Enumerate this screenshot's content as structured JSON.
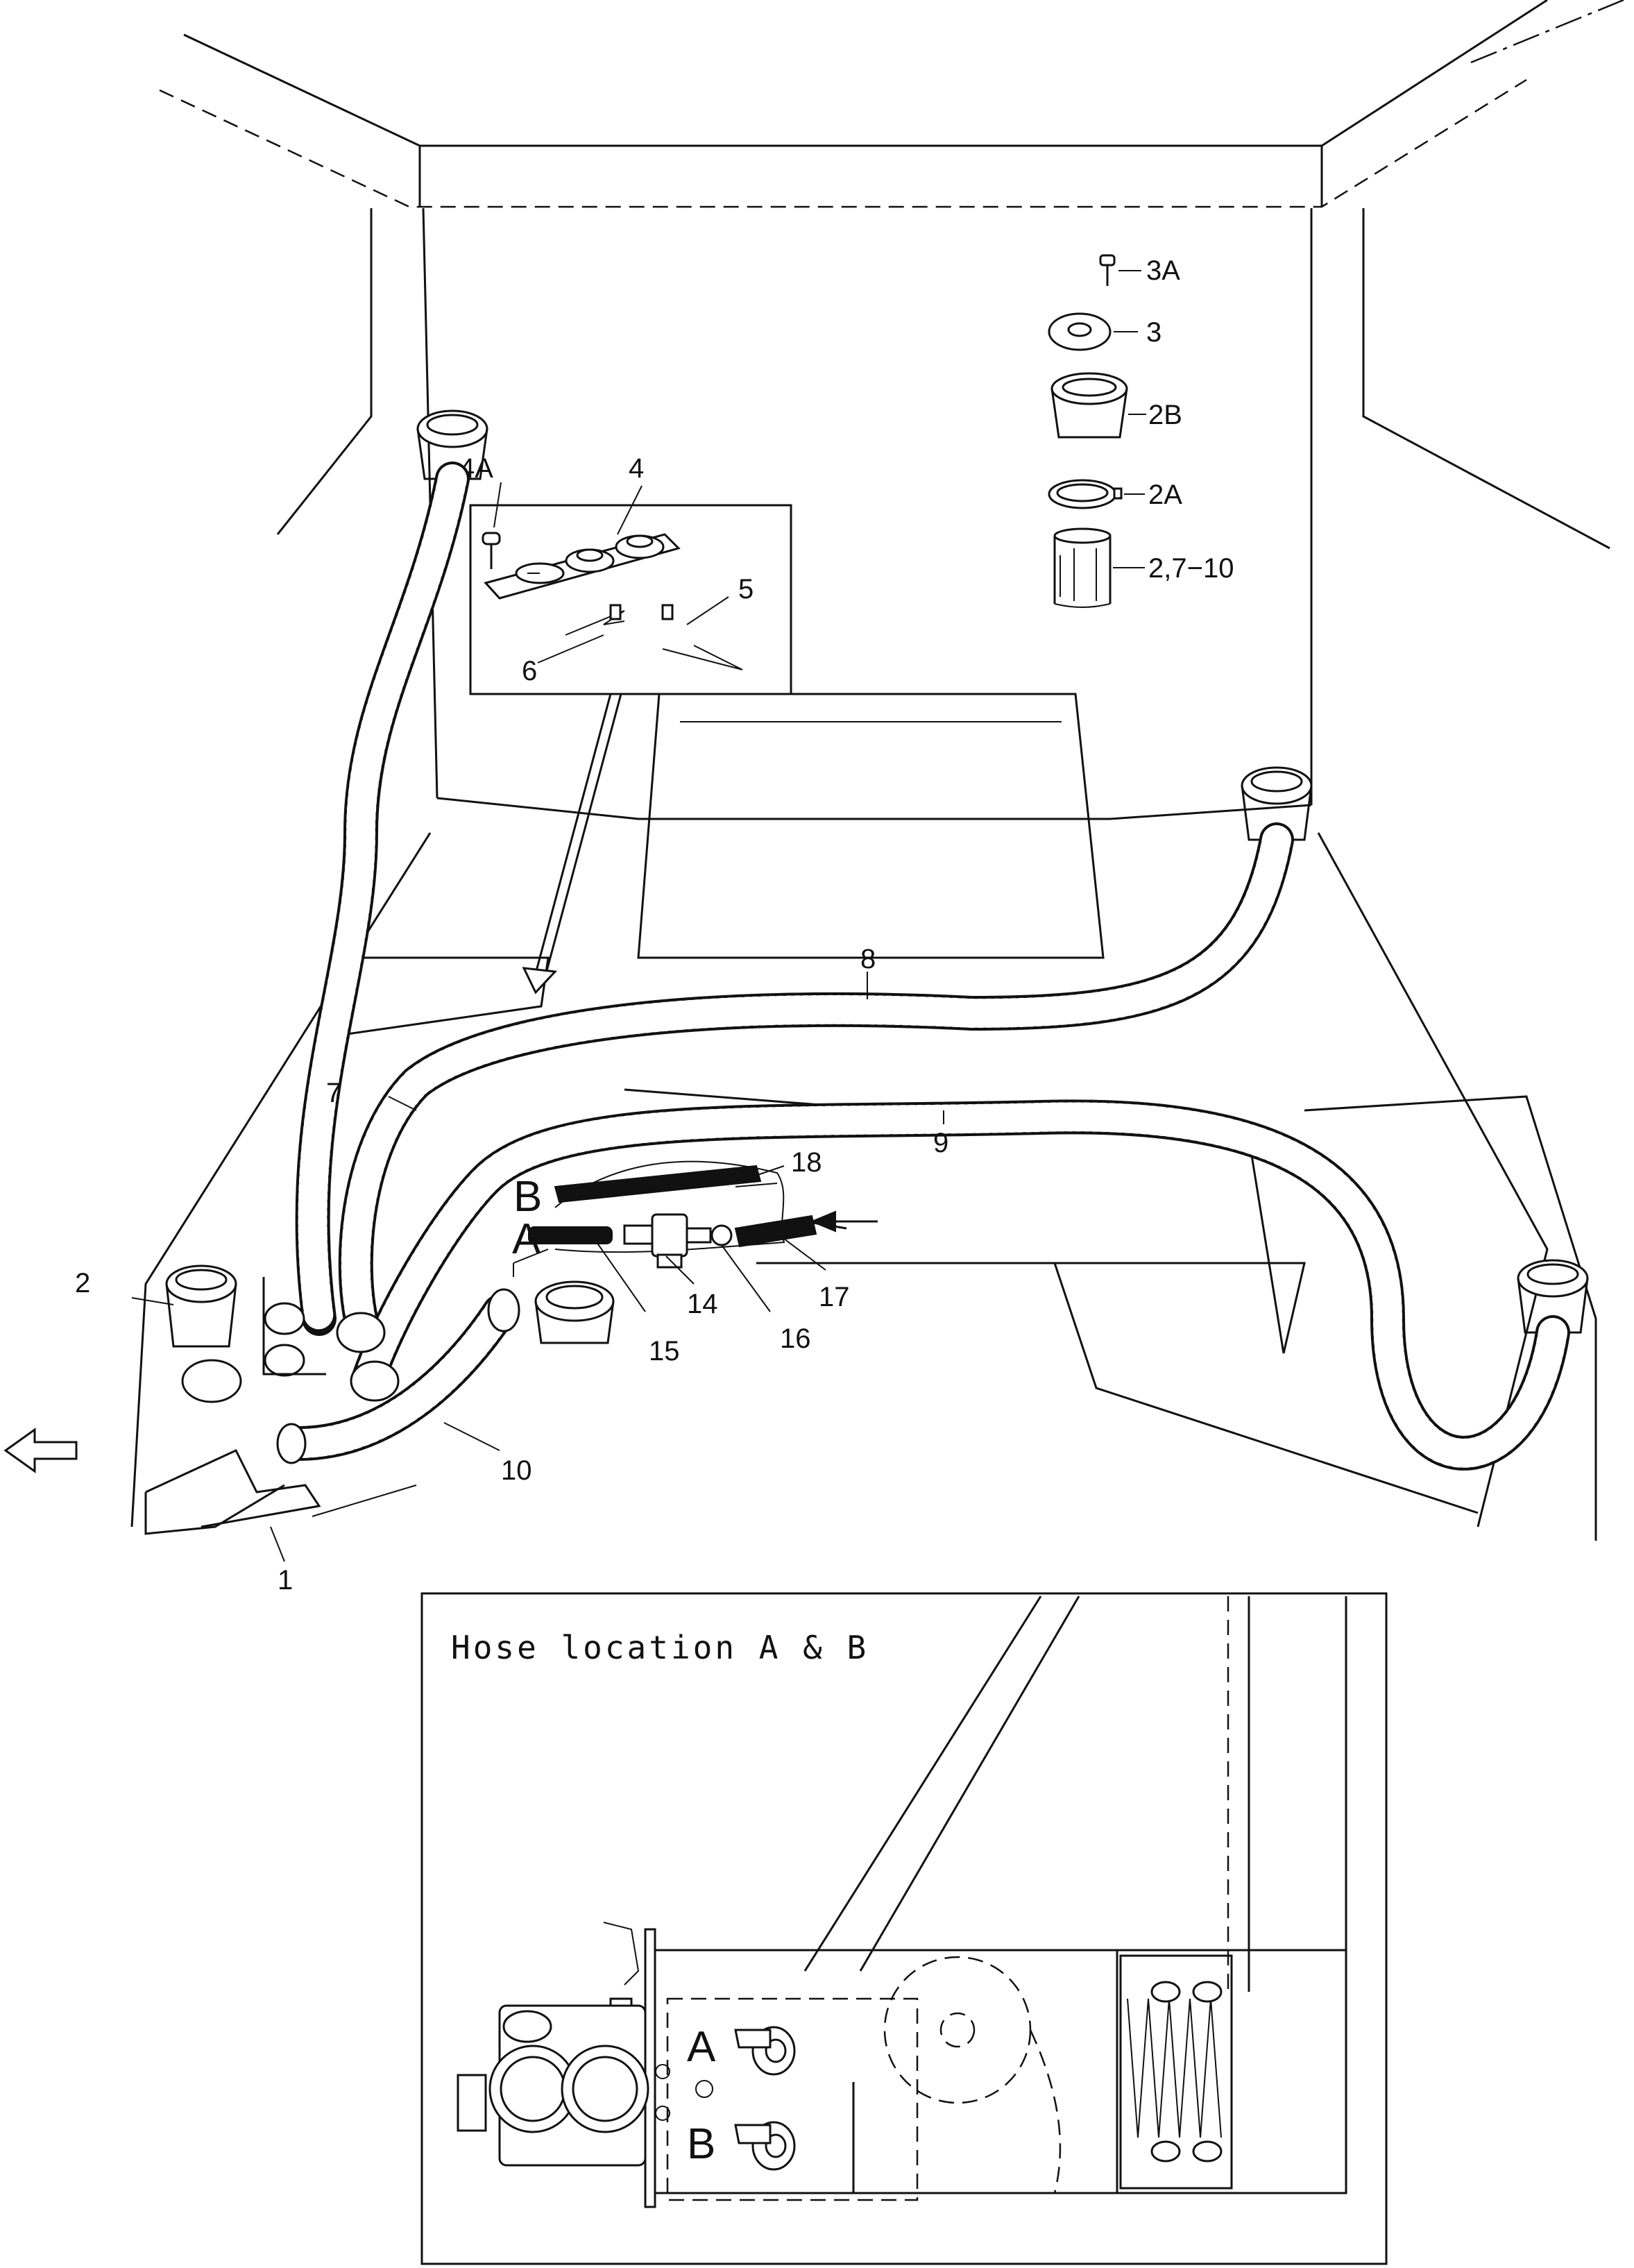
{
  "callouts": {
    "p3A": "3A",
    "p3": "3",
    "p2B": "2B",
    "p2A": "2A",
    "p2_7_10": "2,7−10",
    "p4A": "4A",
    "p4": "4",
    "p5": "5",
    "p6": "6",
    "p8": "8",
    "p7": "7",
    "p9": "9",
    "p18": "18",
    "pB": "B",
    "pA": "A",
    "p2": "2",
    "p14": "14",
    "p17": "17",
    "p15": "15",
    "p16": "16",
    "p10": "10",
    "p1": "1"
  },
  "detail": {
    "caption": "Hose location  A & B",
    "labelA": "A",
    "labelB": "B"
  },
  "icons": {
    "front_arrow": "arrow-left-outline-icon",
    "flow_arrow": "arrow-left-icon"
  }
}
